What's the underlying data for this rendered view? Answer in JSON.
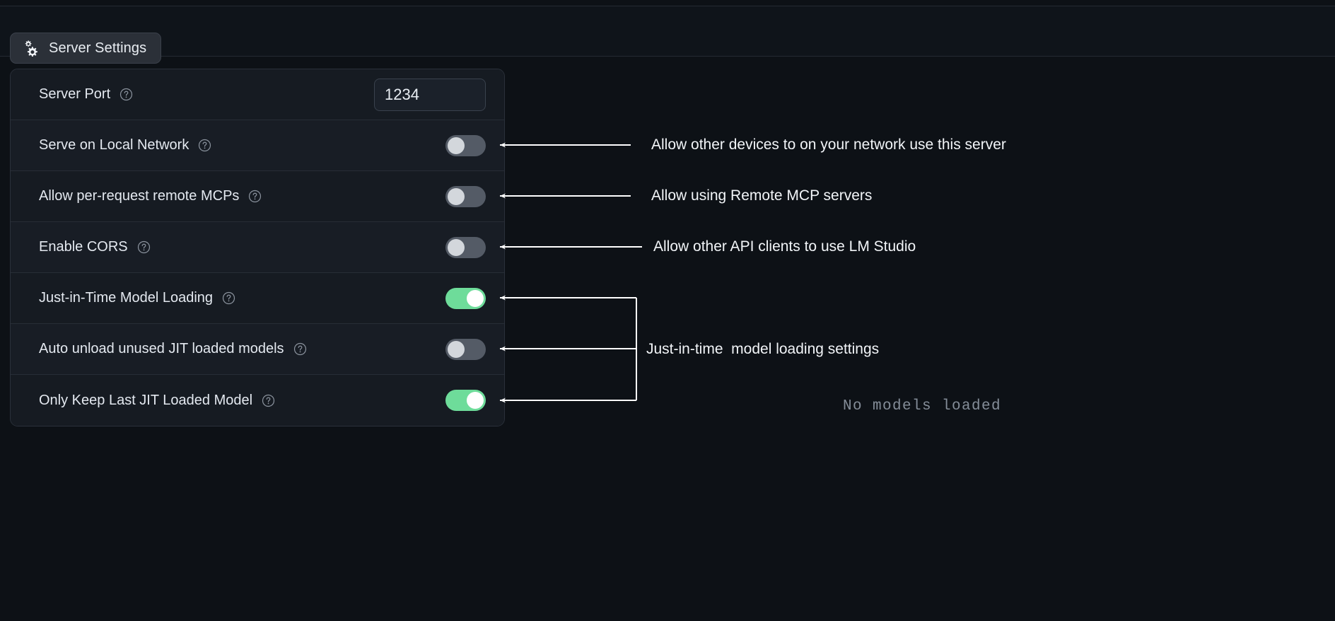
{
  "window": {
    "background": "#0d1116",
    "accent_green": "#6edc9a"
  },
  "header": {
    "tab": {
      "label": "Server Settings",
      "icon": "gears-icon"
    }
  },
  "settings": {
    "rows": [
      {
        "label": "Server Port",
        "help_icon": "help-circle-icon",
        "control": "text-input",
        "value": "1234",
        "placeholder": "1234"
      },
      {
        "label": "Serve on Local Network",
        "help_icon": "help-circle-icon",
        "control": "toggle",
        "state": "off"
      },
      {
        "label": "Allow per-request remote MCPs",
        "help_icon": "help-circle-icon",
        "control": "toggle",
        "state": "off"
      },
      {
        "label": "Enable CORS",
        "help_icon": "help-circle-icon",
        "control": "toggle",
        "state": "off"
      },
      {
        "label": "Just-in-Time Model Loading",
        "help_icon": "help-circle-icon",
        "control": "toggle",
        "state": "on"
      },
      {
        "label": "Auto unload unused JIT loaded models",
        "help_icon": "help-circle-icon",
        "control": "toggle",
        "state": "off"
      },
      {
        "label": "Only Keep Last JIT Loaded Model",
        "help_icon": "help-circle-icon",
        "control": "toggle",
        "state": "on"
      }
    ]
  },
  "annotations": [
    {
      "text": "Allow other devices to on your network use this server"
    },
    {
      "text": "Allow using Remote MCP servers"
    },
    {
      "text": "Allow other API clients to use LM Studio"
    },
    {
      "text": "Just-in-time  model loading settings"
    }
  ],
  "status": {
    "no_models": "No models loaded"
  }
}
